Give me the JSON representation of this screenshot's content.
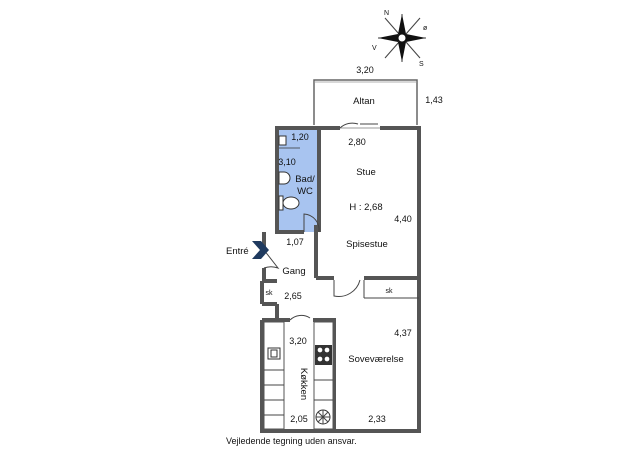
{
  "compass": {
    "n": "N",
    "o": "ø",
    "s": "S",
    "v": "V"
  },
  "rooms": {
    "altan": "Altan",
    "bad_line1": "Bad/",
    "bad_line2": "WC",
    "stue": "Stue",
    "height": "H : 2,68",
    "spisestue": "Spisestue",
    "gang": "Gang",
    "sk_left": "sk",
    "sk_right": "sk",
    "kokken": "Køkken",
    "sovevaerelse": "Soveværelse"
  },
  "dimensions": {
    "altan_width": "3,20",
    "altan_depth": "1,43",
    "bad_width": "1,20",
    "bad_length": "3,10",
    "stue_width": "2,80",
    "stue_length": "4,40",
    "entre_width": "1,07",
    "gang_length": "2,65",
    "kokken_length": "3,20",
    "kokken_width": "2,05",
    "sove_length": "4,37",
    "sove_width": "2,33"
  },
  "entrance": {
    "label": "Entré",
    "arrow_color": "#1f3a5f"
  },
  "colors": {
    "bathroom": "#a8c4f0"
  },
  "footer": "Vejledende tegning uden ansvar."
}
